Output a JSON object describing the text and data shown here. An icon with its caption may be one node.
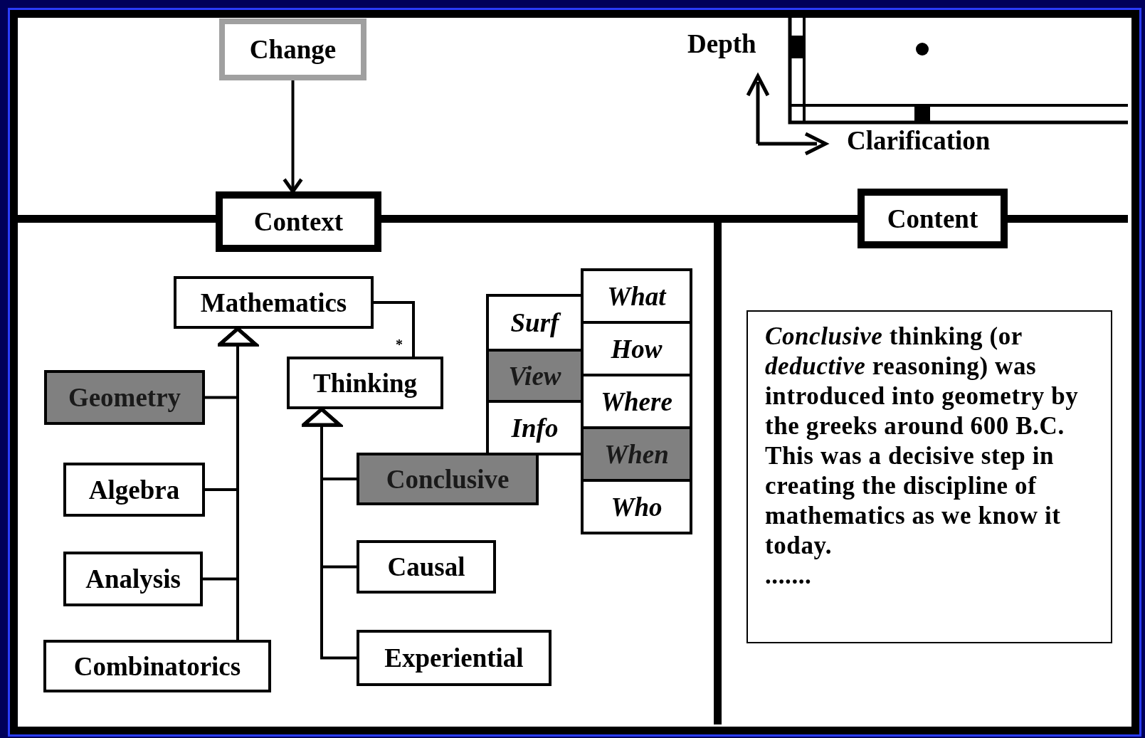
{
  "diagram": {
    "nodes": [
      {
        "text": [
          "Change"
        ]
      },
      {
        "text": [
          "Context"
        ]
      },
      {
        "text": [
          "Mathematics"
        ]
      },
      {
        "text": [
          "Thinking"
        ]
      },
      {
        "text": [
          "Geometry"
        ]
      },
      {
        "text": [
          "Algebra"
        ]
      },
      {
        "text": [
          "Analysis"
        ]
      },
      {
        "text": [
          "Combinatorics"
        ]
      },
      {
        "text": [
          "Conclusive"
        ]
      },
      {
        "text": [
          "Causal"
        ]
      },
      {
        "text": [
          "Experiential"
        ]
      },
      {
        "text": [
          "Surf"
        ]
      },
      {
        "text": [
          "View"
        ]
      },
      {
        "text": [
          "Info"
        ]
      },
      {
        "text": [
          "What"
        ]
      },
      {
        "text": [
          "How"
        ]
      },
      {
        "text": [
          "Where"
        ]
      },
      {
        "text": [
          "When"
        ]
      },
      {
        "text": [
          "Who"
        ]
      },
      {
        "text": [
          "Content"
        ]
      },
      {
        "text": [
          "*Conclusive* thinking (or *deductive* reasoning) was introduced into geometry by the greeks around 600 B.C.",
          "This was a decisive step in creating the discipline of mathematics as we know it today.",
          "......."
        ]
      }
    ],
    "edges": [
      {
        "from": 0,
        "to": 1,
        "arrow": "to"
      },
      {
        "from": 4,
        "to": 2,
        "arrow": "to"
      },
      {
        "from": 5,
        "to": 2,
        "arrow": "to"
      },
      {
        "from": 6,
        "to": 2,
        "arrow": "to"
      },
      {
        "from": 7,
        "to": 2,
        "arrow": "to"
      },
      {
        "from": 2,
        "to": 3,
        "arrow": "none",
        "label": "*"
      },
      {
        "from": 8,
        "to": 3,
        "arrow": "to"
      },
      {
        "from": 9,
        "to": 3,
        "arrow": "to"
      },
      {
        "from": 10,
        "to": 3,
        "arrow": "to"
      }
    ],
    "labels": [
      "Depth",
      "Clarification"
    ]
  }
}
